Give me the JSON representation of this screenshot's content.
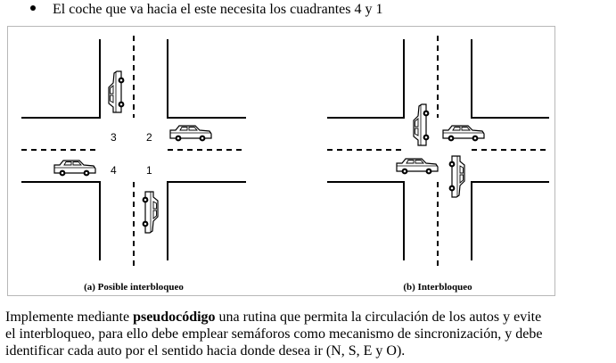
{
  "bullet": {
    "text": "El coche que va hacia el este necesita los cuadrantes 4 y 1"
  },
  "figure": {
    "left_caption": "(a) Posible interbloqueo",
    "right_caption": "(b) Interbloqueo",
    "quadrants": {
      "q1": "1",
      "q2": "2",
      "q3": "3",
      "q4": "4"
    }
  },
  "paragraph": {
    "line1_pre": "Implemente mediante ",
    "line1_bold": "pseudocódigo",
    "line1_post": " una rutina que permita la circulación de los autos y evite",
    "line2": "el interbloqueo, para ello debe emplear semáforos como mecanismo de sincronización, y debe",
    "line3": "identificar cada auto por el sentido hacia donde desea ir (N, S, E y O)."
  }
}
